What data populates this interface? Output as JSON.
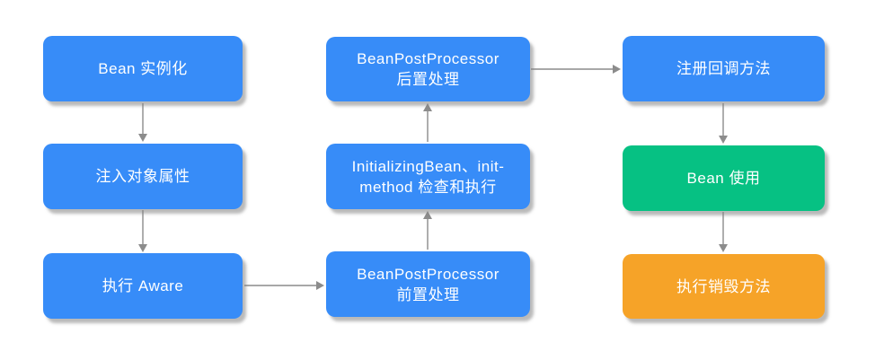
{
  "diagram_type": "flowchart",
  "colors": {
    "node_blue": "#378CF8",
    "node_green": "#06C183",
    "node_orange": "#F6A328",
    "arrow_gray": "#8C8C8C",
    "node_text": "#FFFFFF",
    "background": "#FFFFFF"
  },
  "nodes": {
    "instantiate": {
      "color": "blue",
      "lines": [
        "Bean 实例化"
      ]
    },
    "inject": {
      "color": "blue",
      "lines": [
        "注入对象属性"
      ]
    },
    "aware": {
      "color": "blue",
      "lines": [
        "执行 Aware"
      ]
    },
    "post_after": {
      "color": "blue",
      "lines": [
        "BeanPostProcessor",
        "后置处理"
      ]
    },
    "init": {
      "color": "blue",
      "lines": [
        "InitializingBean、init-",
        "method 检查和执行"
      ]
    },
    "post_before": {
      "color": "blue",
      "lines": [
        "BeanPostProcessor",
        "前置处理"
      ]
    },
    "register_callback": {
      "color": "blue",
      "lines": [
        "注册回调方法"
      ]
    },
    "bean_use": {
      "color": "green",
      "lines": [
        "Bean 使用"
      ]
    },
    "destroy": {
      "color": "orange",
      "lines": [
        "执行销毁方法"
      ]
    }
  },
  "edges": [
    {
      "from": "instantiate",
      "to": "inject",
      "direction": "down"
    },
    {
      "from": "inject",
      "to": "aware",
      "direction": "down"
    },
    {
      "from": "aware",
      "to": "post_before",
      "direction": "right"
    },
    {
      "from": "post_before",
      "to": "init",
      "direction": "up"
    },
    {
      "from": "init",
      "to": "post_after",
      "direction": "up"
    },
    {
      "from": "post_after",
      "to": "register_callback",
      "direction": "right"
    },
    {
      "from": "register_callback",
      "to": "bean_use",
      "direction": "down"
    },
    {
      "from": "bean_use",
      "to": "destroy",
      "direction": "down"
    }
  ]
}
